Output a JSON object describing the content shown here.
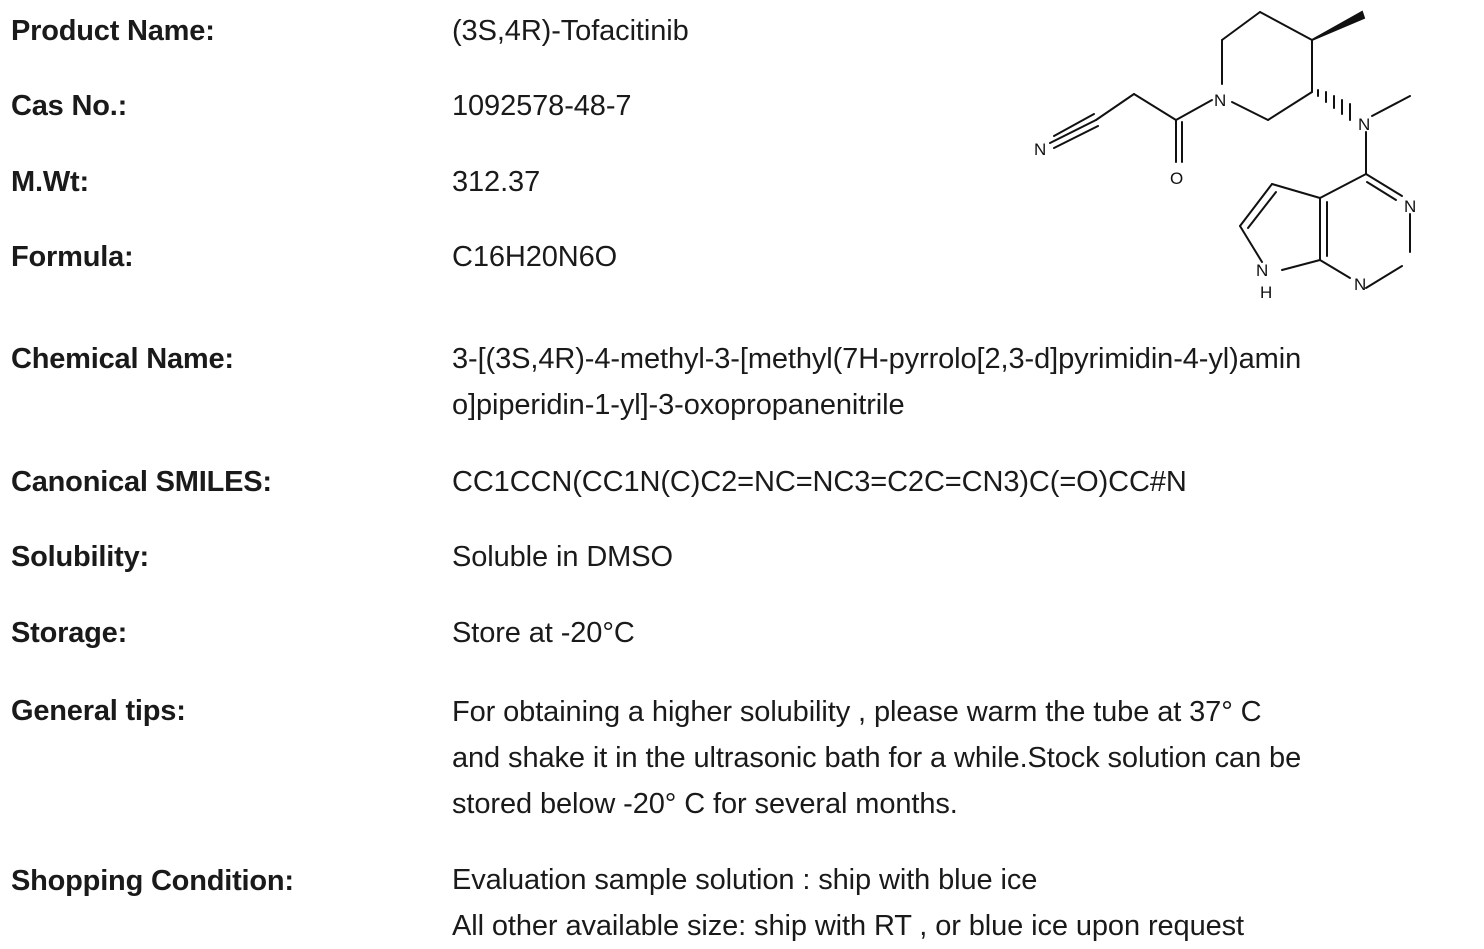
{
  "fields": {
    "product_name": {
      "label": "Product Name:",
      "value": "(3S,4R)-Tofacitinib"
    },
    "cas_no": {
      "label": "Cas No.:",
      "value": "1092578-48-7"
    },
    "mw": {
      "label": "M.Wt:",
      "value": "312.37"
    },
    "formula": {
      "label": "Formula:",
      "value": "C16H20N6O"
    },
    "chemical_name": {
      "label": "Chemical Name:",
      "value": "3-[(3S,4R)-4-methyl-3-[methyl(7H-pyrrolo[2,3-d]pyrimidin-4-yl)amin\no]piperidin-1-yl]-3-oxopropanenitrile"
    },
    "smiles": {
      "label": "Canonical SMILES:",
      "value": "CC1CCN(CC1N(C)C2=NC=NC3=C2C=CN3)C(=O)CC#N"
    },
    "solubility": {
      "label": "Solubility:",
      "value": "Soluble in DMSO"
    },
    "storage": {
      "label": "Storage:",
      "value": "Store at -20°C"
    },
    "general_tips": {
      "label": "General tips:",
      "value": "For obtaining a higher solubility , please warm the tube at 37° C\nand shake it in the ultrasonic bath for a while.Stock solution can be\nstored below -20° C for several months."
    },
    "shopping_condition": {
      "label": "Shopping Condition:",
      "value": "Evaluation sample solution : ship with blue ice\nAll other available size: ship with RT , or blue ice upon request"
    }
  },
  "structure_atoms": {
    "n1": "N",
    "n2": "N",
    "n3": "N",
    "n4": "N",
    "n5": "N",
    "o": "O",
    "nh": "N",
    "h": "H"
  }
}
